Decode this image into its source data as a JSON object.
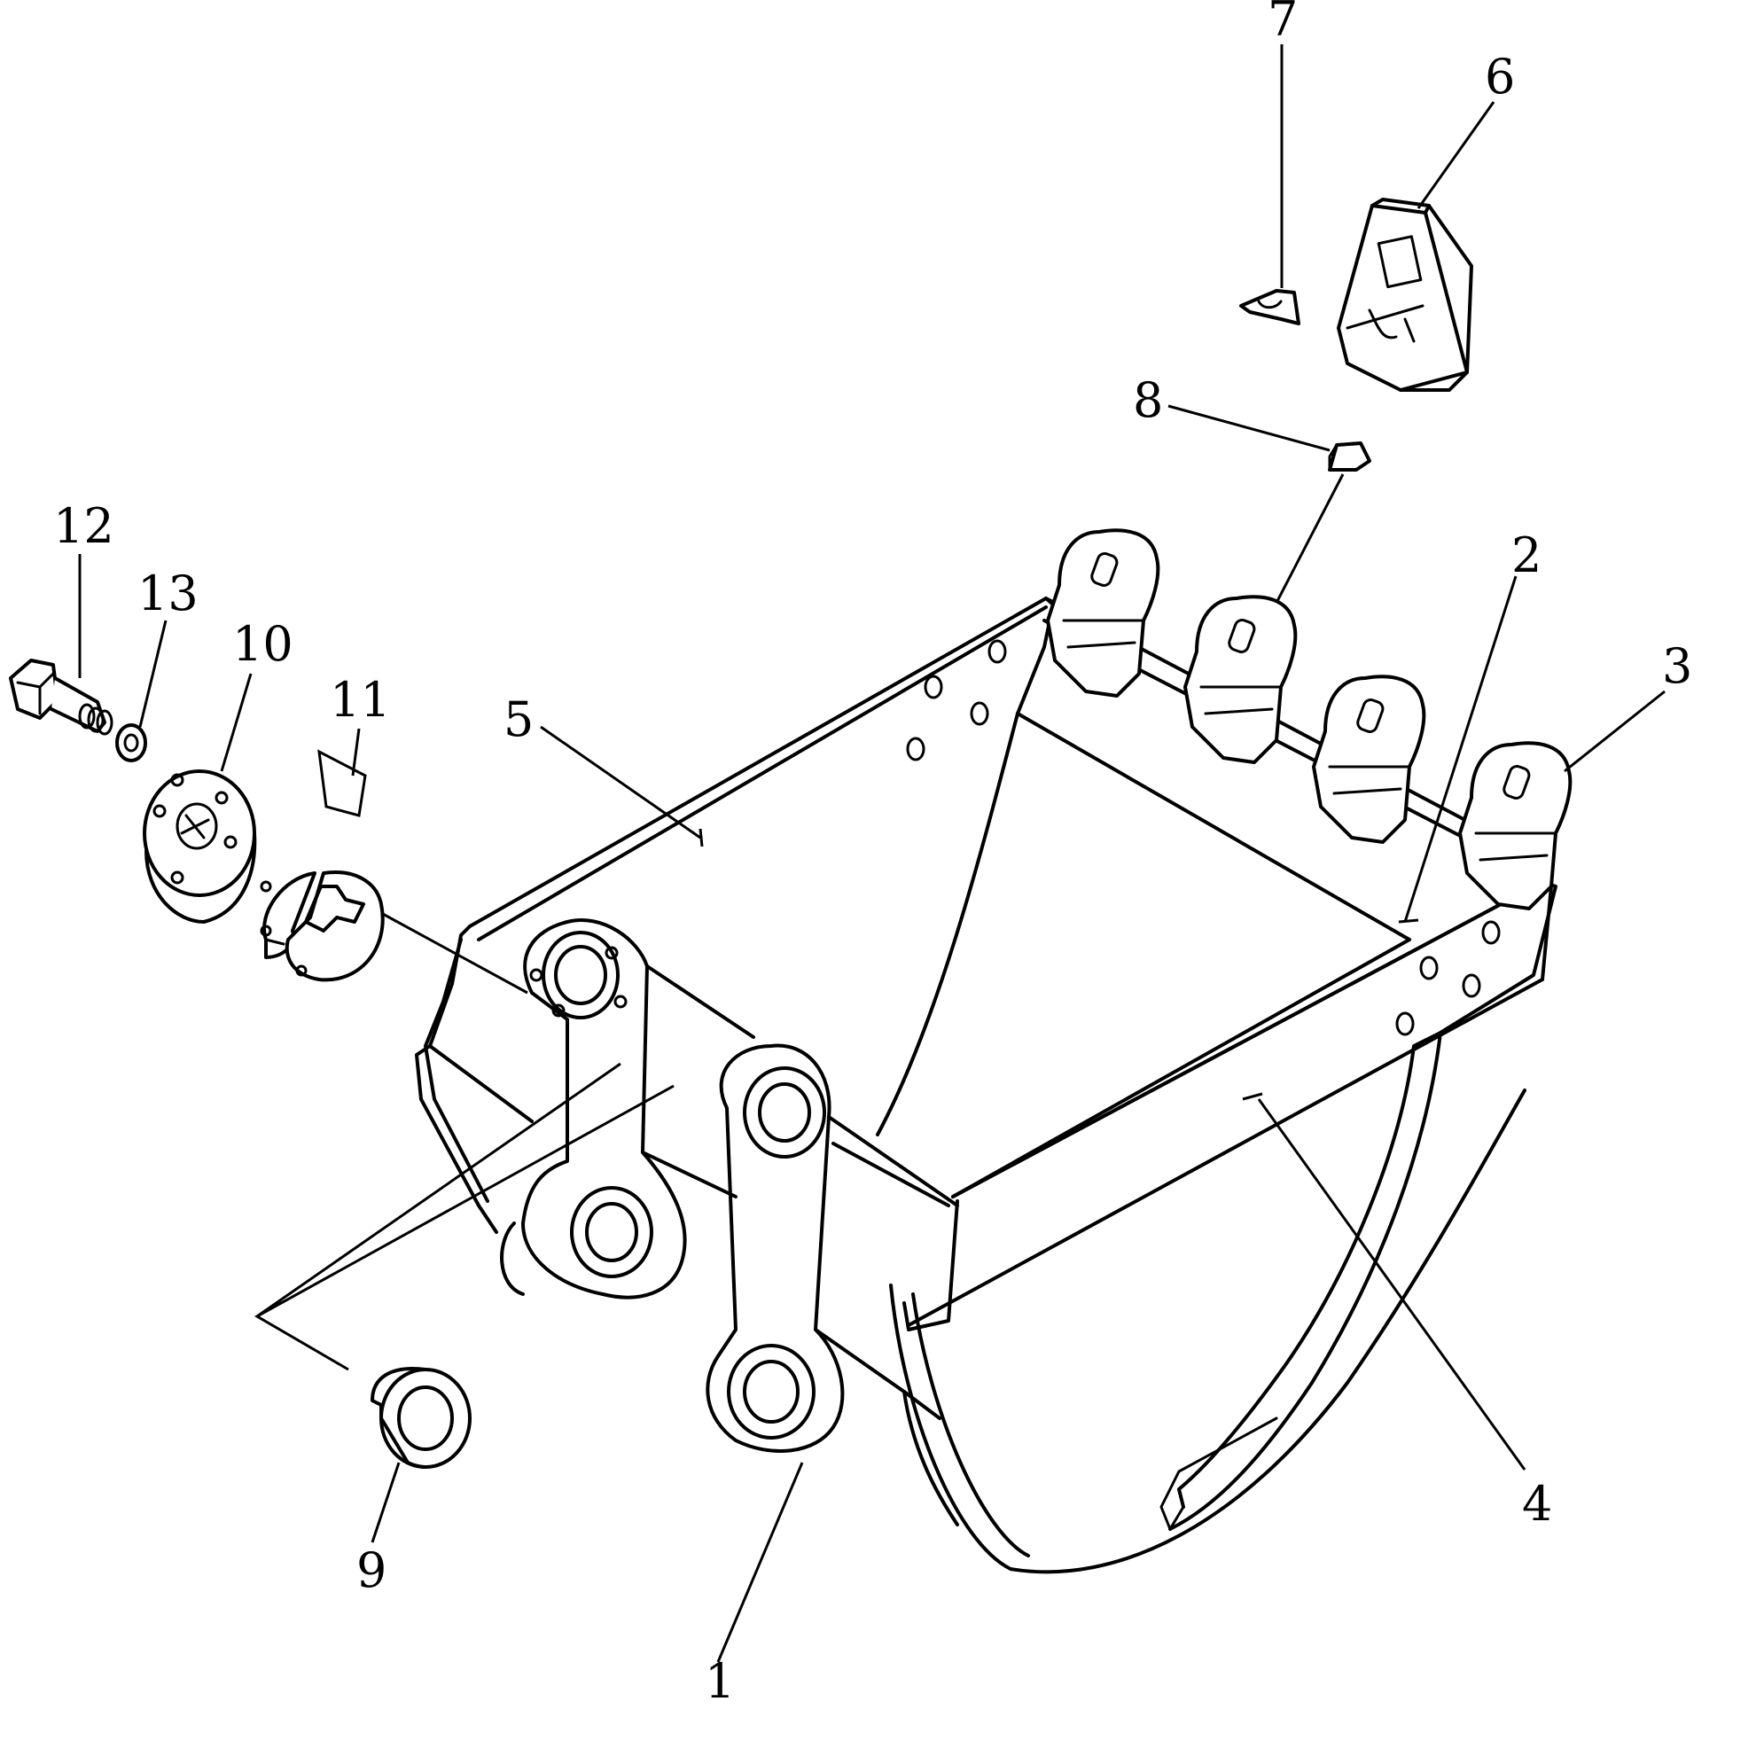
{
  "diagram": {
    "ink_color": "#000000",
    "background_color": "#ffffff",
    "callouts": [
      {
        "id": "1",
        "label": "1"
      },
      {
        "id": "2",
        "label": "2"
      },
      {
        "id": "3",
        "label": "3"
      },
      {
        "id": "4",
        "label": "4"
      },
      {
        "id": "5",
        "label": "5"
      },
      {
        "id": "6",
        "label": "6"
      },
      {
        "id": "7",
        "label": "7"
      },
      {
        "id": "8",
        "label": "8"
      },
      {
        "id": "9",
        "label": "9"
      },
      {
        "id": "10",
        "label": "10"
      },
      {
        "id": "11",
        "label": "11"
      },
      {
        "id": "12",
        "label": "12"
      },
      {
        "id": "13",
        "label": "13"
      }
    ]
  }
}
